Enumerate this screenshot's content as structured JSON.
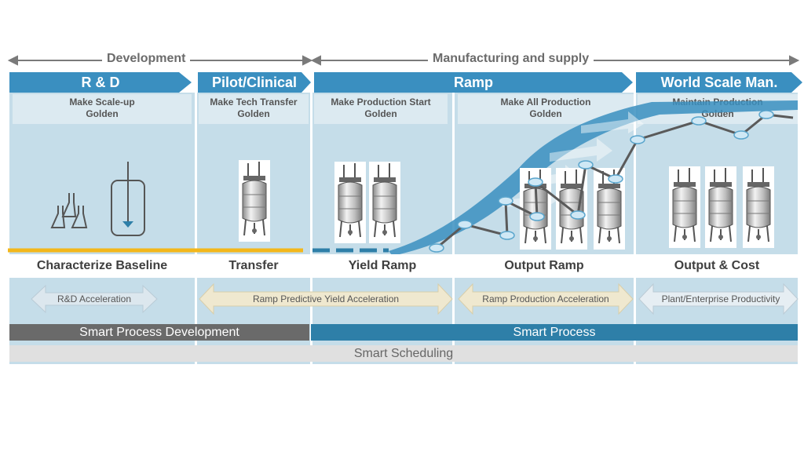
{
  "top_arrows": {
    "development": "Development",
    "manufacturing": "Manufacturing and supply"
  },
  "phases": [
    {
      "label": "R & D"
    },
    {
      "label": "Pilot/Clinical"
    },
    {
      "label": "Ramp"
    },
    {
      "label": "World Scale Man."
    }
  ],
  "golden": [
    {
      "line1": "Make Scale-up",
      "line2": "Golden"
    },
    {
      "line1": "Make Tech Transfer",
      "line2": "Golden"
    },
    {
      "line1": "Make Production Start",
      "line2": "Golden"
    },
    {
      "line1": "Make All Production",
      "line2": "Golden"
    },
    {
      "line1": "Maintain  Production",
      "line2": "Golden"
    }
  ],
  "stages": [
    {
      "label": "Characterize Baseline"
    },
    {
      "label": "Transfer"
    },
    {
      "label": "Yield Ramp"
    },
    {
      "label": "Output Ramp"
    },
    {
      "label": "Output & Cost"
    }
  ],
  "accelerations": [
    {
      "label": "R&D Acceleration"
    },
    {
      "label": "Ramp Predictive Yield Acceleration"
    },
    {
      "label": "Ramp Production Acceleration"
    },
    {
      "label": "Plant/Enterprise Productivity"
    }
  ],
  "bars": {
    "smart_process_development": "Smart Process Development",
    "smart_process": "Smart Process",
    "smart_scheduling": "Smart Scheduling"
  },
  "colors": {
    "phase_blue": "#3a8fc0",
    "column_bg": "#c5dde9",
    "yellow_line": "#f3b71b",
    "dark_gray_bar": "#6a6a6a",
    "teal_bar": "#2e7fa8",
    "light_gray_bar": "#e0e0e0"
  }
}
